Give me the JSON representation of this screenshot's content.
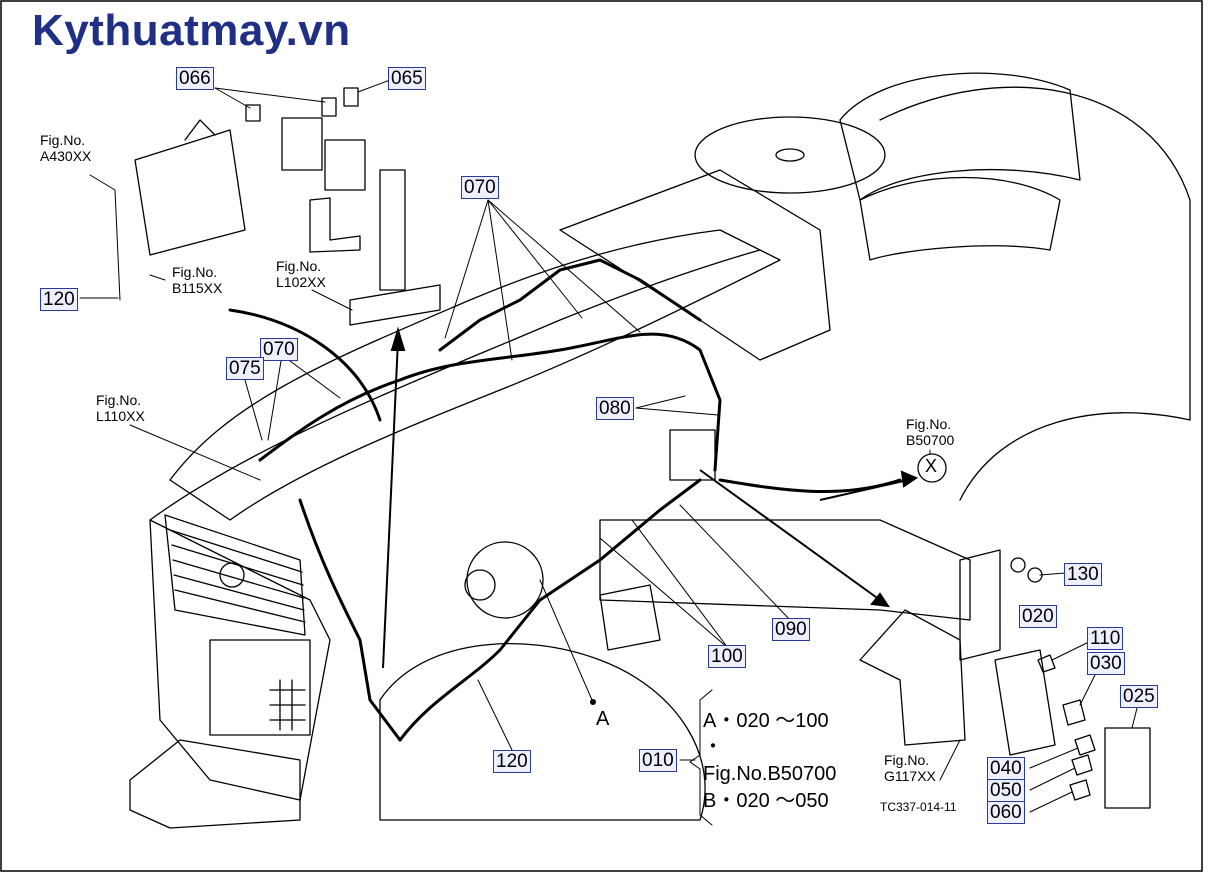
{
  "brand": "Kythuatmay.vn",
  "drawing_code": "TC337-014-11",
  "callouts": {
    "c066": "066",
    "c065": "065",
    "c070_top": "070",
    "c070_left": "070",
    "c075": "075",
    "c120_left": "120",
    "c120_bottom": "120",
    "c080": "080",
    "c090": "090",
    "c100": "100",
    "c010": "010",
    "c130": "130",
    "c020": "020",
    "c110": "110",
    "c030": "030",
    "c025": "025",
    "c040": "040",
    "c050": "050",
    "c060": "060"
  },
  "fig_refs": {
    "a430": {
      "line1": "Fig.No.",
      "line2": "A430XX"
    },
    "b115": {
      "line1": "Fig.No.",
      "line2": "B115XX"
    },
    "l102": {
      "line1": "Fig.No.",
      "line2": "L102XX"
    },
    "l110": {
      "line1": "Fig.No.",
      "line2": "L110XX"
    },
    "b507": {
      "line1": "Fig.No.",
      "line2": "B50700"
    },
    "g117": {
      "line1": "Fig.No.",
      "line2": "G117XX"
    }
  },
  "markers": {
    "x": "X",
    "a": "A"
  },
  "notes": {
    "line1": "A・020 ～100",
    "line2": "・",
    "line3": "Fig.No.B50700",
    "line4": "B・020 ～050"
  },
  "colors": {
    "brand": "#1f2f86",
    "callout_border": "#2a3a9a",
    "callout_fill": "#eef0ff"
  }
}
